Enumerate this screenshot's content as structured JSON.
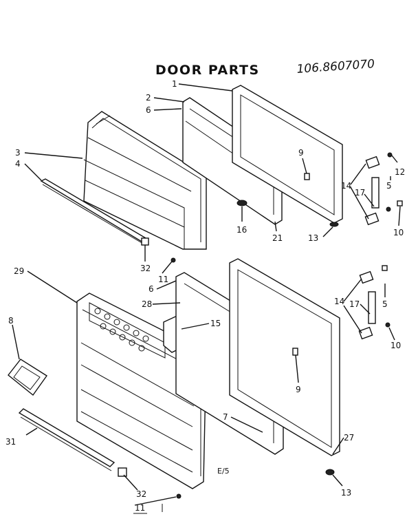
{
  "title": "DOOR PARTS",
  "model_number": "106.8607070",
  "footer_code": "E/5",
  "callouts": {
    "c1": "1",
    "c2": "2",
    "c6a": "6",
    "c3": "3",
    "c4": "4",
    "c9a": "9",
    "c12": "12",
    "c14a": "14",
    "c17a": "17",
    "c5a": "5",
    "c10a": "10",
    "c16": "16",
    "c21": "21",
    "c13a": "13",
    "c32a": "32",
    "c11a": "11",
    "c29": "29",
    "c6b": "6",
    "c28": "28",
    "c15": "15",
    "c8": "8",
    "c14b": "14",
    "c17b": "17",
    "c5b": "5",
    "c10b": "10",
    "c9b": "9",
    "c7": "7",
    "c27": "27",
    "c31": "31",
    "c13b": "13",
    "c32b": "32",
    "c11b": "11"
  }
}
